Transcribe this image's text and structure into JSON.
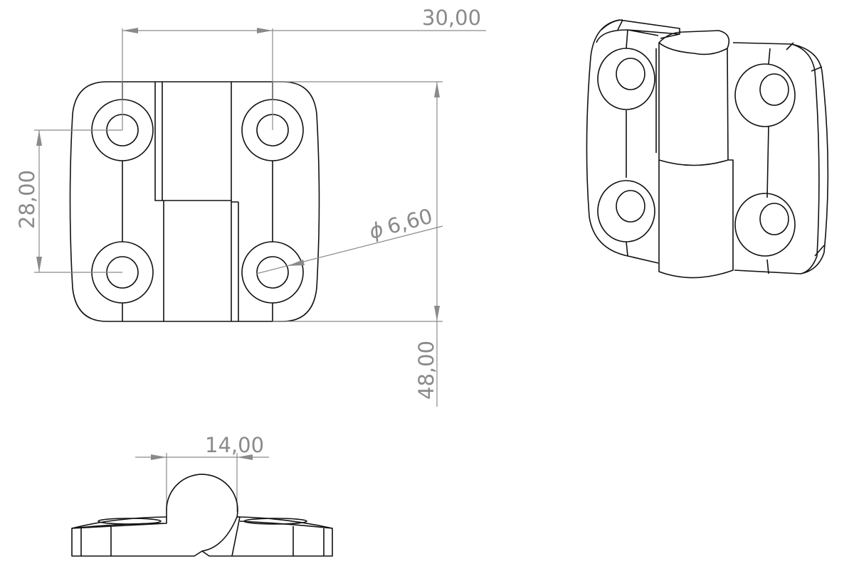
{
  "drawing": {
    "dimensions": {
      "width_holes": "30,00",
      "height_holes": "28,00",
      "hole_diameter_symbol": "ϕ",
      "hole_diameter": "6,60",
      "total_height": "48,00",
      "knuckle_width": "14,00"
    },
    "colors": {
      "part_line": "#111111",
      "dimension_line": "#8a8a8a"
    }
  }
}
